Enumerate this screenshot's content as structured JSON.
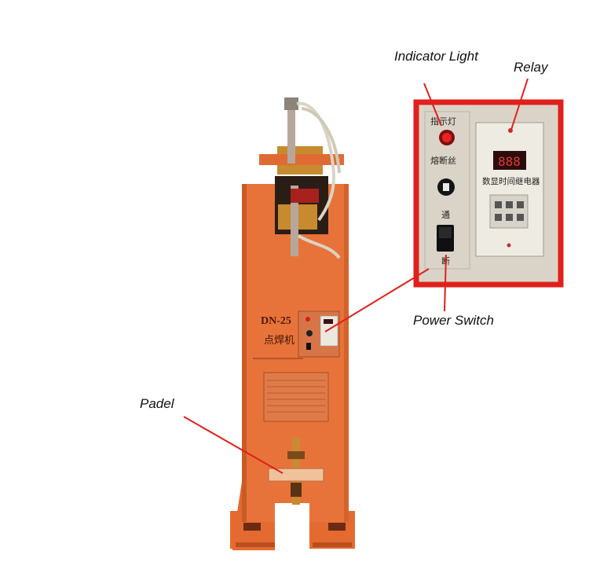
{
  "callouts": {
    "indicator_light": "Indicator Light",
    "relay": "Relay",
    "power_switch": "Power Switch",
    "padel": "Padel"
  },
  "machine": {
    "model": "DN-25",
    "name": "点焊机"
  },
  "panel": {
    "indicator_label": "指示灯",
    "fuse_label": "熔断丝",
    "on_label": "通",
    "off_label": "断",
    "relay_display": "888",
    "relay_name": "数显时间继电器"
  },
  "colors": {
    "machine_body": "#e8733a",
    "callout_red": "#e0201c",
    "panel_bg": "#dad4c8"
  }
}
